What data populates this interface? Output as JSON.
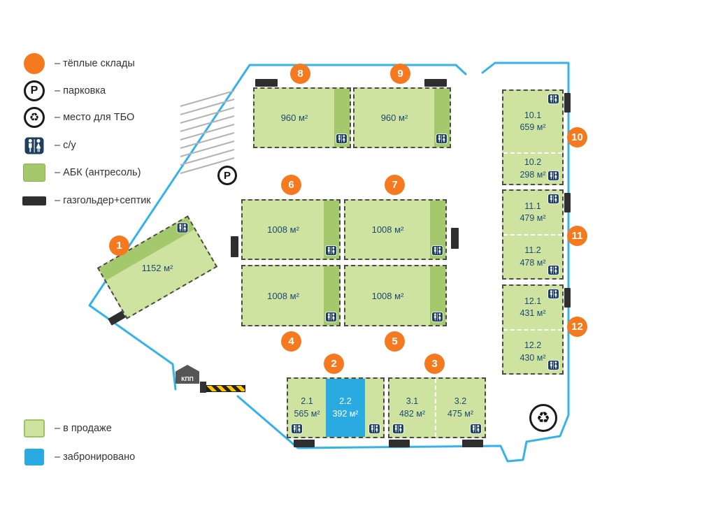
{
  "legend": {
    "warm_label": "– тёплые склады",
    "parking_label": "– парковка",
    "tbo_label": "– место для ТБО",
    "wc_label": "– с/у",
    "abk_label": "– АБК (антресоль)",
    "gas_label": "– газгольдер+септик",
    "sale_label": "– в продаже",
    "reserved_label": "– забронировано"
  },
  "symbols": {
    "parking_letter": "P",
    "recycle_glyph": "♻",
    "checkpoint_label": "КПП"
  },
  "markers": [
    "1",
    "2",
    "3",
    "4",
    "5",
    "6",
    "7",
    "8",
    "9",
    "10",
    "11",
    "12"
  ],
  "buildings": {
    "b1": {
      "area": "1152 м²"
    },
    "b2": {
      "u1_id": "2.1",
      "u1_area": "565 м²",
      "u2_id": "2.2",
      "u2_area": "392 м²"
    },
    "b3": {
      "u1_id": "3.1",
      "u1_area": "482 м²",
      "u2_id": "3.2",
      "u2_area": "475 м²"
    },
    "b4": {
      "area": "1008 м²"
    },
    "b5": {
      "area": "1008 м²"
    },
    "b6": {
      "area": "1008 м²"
    },
    "b7": {
      "area": "1008 м²"
    },
    "b8": {
      "area": "960 м²"
    },
    "b9": {
      "area": "960 м²"
    },
    "b10": {
      "u1_id": "10.1",
      "u1_area": "659 м²",
      "u2_id": "10.2",
      "u2_area": "298 м²"
    },
    "b11": {
      "u1_id": "11.1",
      "u1_area": "479 м²",
      "u2_id": "11.2",
      "u2_area": "478 м²"
    },
    "b12": {
      "u1_id": "12.1",
      "u1_area": "431 м²",
      "u2_id": "12.2",
      "u2_area": "430 м²"
    }
  },
  "colors": {
    "sale": "#cfe3a0",
    "abk": "#a3c96c",
    "reserved": "#29abe2",
    "marker": "#f4791f",
    "boundary": "#35b3e8",
    "building_text": "#1a4a74",
    "gas_septic": "#2e2e2e"
  }
}
